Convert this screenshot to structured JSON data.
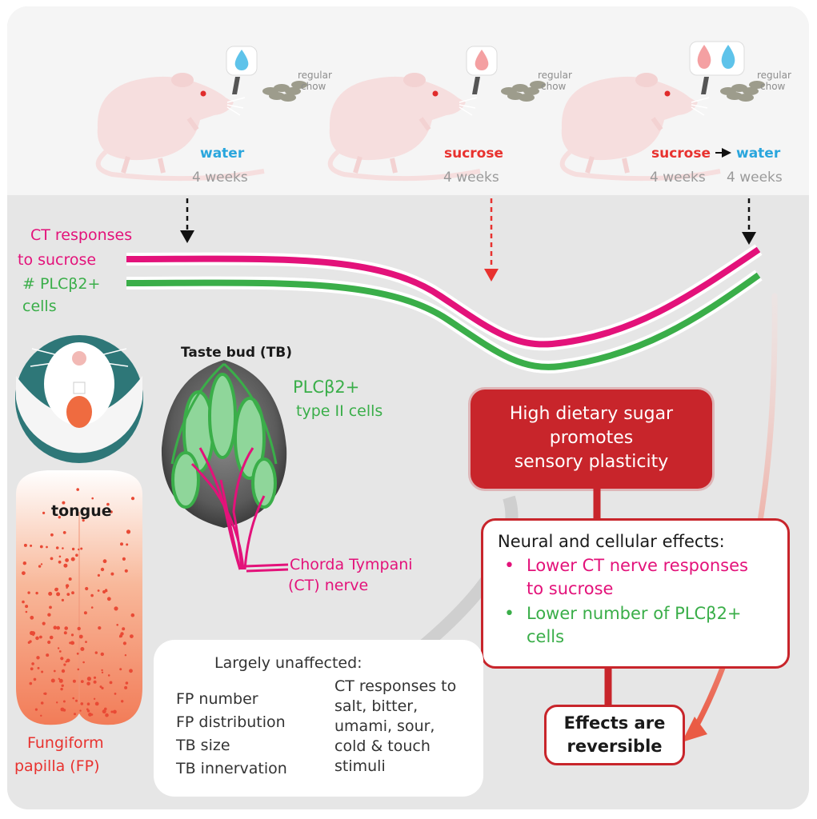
{
  "conditions": [
    {
      "drink": "water",
      "duration": "4 weeks",
      "chow": [
        "regular",
        "chow"
      ]
    },
    {
      "drink": "sucrose",
      "duration": "4 weeks",
      "chow": [
        "regular",
        "chow"
      ]
    },
    {
      "drink_a": "sucrose",
      "drink_b": "water",
      "duration_a": "4 weeks",
      "duration_b": "4 weeks",
      "chow": [
        "regular",
        "chow"
      ]
    }
  ],
  "legend": {
    "ct": [
      "CT responses",
      "to sucrose"
    ],
    "plc": [
      "# PLCβ2+",
      "cells"
    ]
  },
  "taste_bud": {
    "title": "Taste bud (TB)",
    "type2": [
      "PLCβ2+",
      "type II cells"
    ],
    "nerve": [
      "Chorda Tympani",
      "(CT) nerve"
    ]
  },
  "tongue": {
    "label": "tongue",
    "fp": [
      "Fungiform",
      "papilla (FP)"
    ]
  },
  "main_box": [
    "High dietary sugar",
    "promotes",
    "sensory plasticity"
  ],
  "effects": {
    "heading": "Neural and cellular effects:",
    "item1": [
      "Lower CT nerve responses",
      "to sucrose"
    ],
    "item2": [
      "Lower number of PLCβ2+",
      "cells"
    ]
  },
  "reversible": [
    "Effects are",
    "reversible"
  ],
  "unaffected": {
    "heading": "Largely unaffected:",
    "col1": [
      "FP number",
      "FP distribution",
      "TB size",
      "TB innervation"
    ],
    "col2": [
      "CT responses to",
      "salt, bitter,",
      "umami, sour,",
      "cold & touch",
      "stimuli"
    ]
  },
  "colors": {
    "magenta": "#e3127a",
    "green": "#3aae49",
    "red": "#c8252b",
    "water_blue": "#2aa6dd",
    "sucrose_red": "#e8322f",
    "gray_text": "#9a9a9a"
  }
}
